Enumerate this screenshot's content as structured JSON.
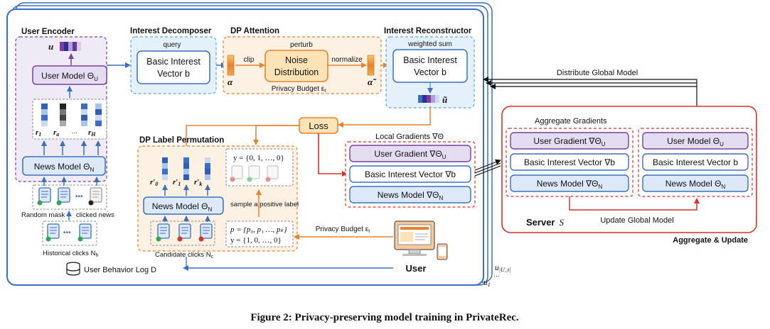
{
  "caption": "Figure 2: Privacy-preserving model training in PrivateRec.",
  "user_encoder": {
    "title": "User Encoder",
    "u_label": "u",
    "user_model": "User Model Θ",
    "user_model_sub": "U",
    "r_labels": [
      "r",
      "r",
      "...",
      "r"
    ],
    "r_subs": [
      "1",
      "a",
      "",
      "H"
    ],
    "news_model": "News Model Θ",
    "news_model_sub": "N",
    "random_mask": "Random mask",
    "clicked_news": "clicked news",
    "historical_clicks": "Historical clicks N",
    "historical_clicks_sub": "h",
    "behavior_log": "User Behavior Log D"
  },
  "interest_decomposer": {
    "title": "Interest Decomposer",
    "query": "query",
    "box_line1": "Basic Interest",
    "box_line2": "Vector b"
  },
  "dp_attention": {
    "title": "DP Attention",
    "perturb": "perturb",
    "clip": "clip",
    "noise_line1": "Noise",
    "noise_line2": "Distribution",
    "normalize": "normalize",
    "alpha": "α",
    "alpha_tilde": "α̃",
    "budget": "Privacy Budget ε",
    "budget_sub": "t"
  },
  "interest_reconstructor": {
    "title": "Interest Reconstructor",
    "weighted_sum": "weighted sum",
    "box_line1": "Basic Interest",
    "box_line2": "Vector b",
    "u_tilde": "ũ"
  },
  "loss": "Loss",
  "dp_label_permutation": {
    "title": "DP Label Permutation",
    "r_primes": [
      "r′",
      "r′",
      "r′"
    ],
    "r_prime_subs": [
      "0",
      "1",
      "k"
    ],
    "y_top": "y = {0, 1, …, 0}",
    "sample_label": "sample a positive label",
    "news_model": "News Model Θ",
    "news_model_sub": "N",
    "p_line": "p = {p₀, p₁ …, pₖ}",
    "y_bottom": "y = {1, 0, …, 0}",
    "candidate_clicks": "Candidate clicks N",
    "candidate_clicks_sub": "c"
  },
  "local_gradients": {
    "title": "Local Gradients ∇Θ",
    "items": [
      "User Gradient ∇Θ",
      "Basic Interest Vector ∇b",
      "News Model ∇Θ"
    ],
    "subs": [
      "U",
      "",
      "N"
    ]
  },
  "privacy_budget_user": "Privacy Budget ε",
  "privacy_budget_user_sub": "t",
  "user_label": "User",
  "user_indices": [
    "u",
    "…",
    "u"
  ],
  "user_index_subs": [
    "|U_t|",
    "",
    "1"
  ],
  "distribute": "Distribute Global Model",
  "server": {
    "aggregate_gradients": "Aggregate Gradients",
    "left_items": [
      "User Gradient ∇Θ",
      "Basic Interest Vector ∇b",
      "News Model ∇Θ"
    ],
    "left_subs": [
      "U",
      "",
      "N"
    ],
    "right_items": [
      "User Model Θ",
      "Basic Interest Vector b",
      "News Model Θ"
    ],
    "right_subs": [
      "U",
      "",
      "N"
    ],
    "update": "Update Global Model",
    "label": "Server",
    "symbol": "S",
    "aggregate_update": "Aggregate & Update"
  },
  "colors": {
    "blue_frame": "#3a6fc4",
    "purple": "#7a3fa0",
    "orange": "#e8822b",
    "red": "#d9322a",
    "box_blue": "#dde8f8",
    "box_purple": "#e4dcf1"
  }
}
